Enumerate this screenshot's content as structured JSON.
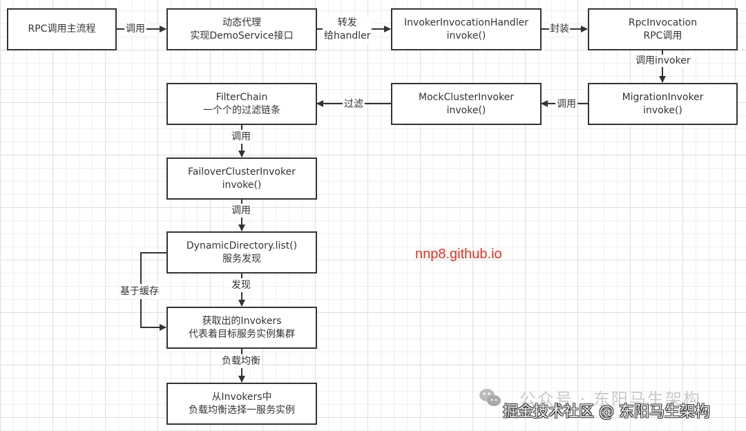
{
  "diagram": {
    "nodes": {
      "rpc_main": {
        "line1": "RPC调用主流程",
        "line2": ""
      },
      "dynamic_proxy": {
        "line1": "动态代理",
        "line2": "实现DemoService接口"
      },
      "invoker_handler": {
        "line1": "InvokerInvocationHandler",
        "line2": "invoke()"
      },
      "rpc_invocation": {
        "line1": "RpcInvocation",
        "line2": "RPC调用"
      },
      "migration_invoker": {
        "line1": "MigrationInvoker",
        "line2": "invoke()"
      },
      "mock_cluster_invoker": {
        "line1": "MockClusterInvoker",
        "line2": "invoke()"
      },
      "filter_chain": {
        "line1": "FilterChain",
        "line2": "一个个的过滤链条"
      },
      "failover_invoker": {
        "line1": "FailoverClusterInvoker",
        "line2": "invoke()"
      },
      "dynamic_directory": {
        "line1": "DynamicDirectory.list()",
        "line2": "服务发现"
      },
      "invokers": {
        "line1": "获取出的Invokers",
        "line2": "代表着目标服务实例集群"
      },
      "select_instance": {
        "line1": "从Invokers中",
        "line2": "负载均衡选择一服务实例"
      }
    },
    "edges": {
      "e1": "调用",
      "e2_line1": "转发",
      "e2_line2": "给handler",
      "e3": "封装",
      "e4": "调用invoker",
      "e5": "调用",
      "e6": "过滤",
      "e7": "调用",
      "e8": "调用",
      "e9": "发现",
      "e10": "基于缓存",
      "e11": "负载均衡"
    }
  },
  "watermarks": {
    "url": "nnp8.github.io",
    "wechat_account": "公众号 · 东阳马生架构",
    "community": "掘金技术社区 @ 东阳马生架构"
  },
  "colors": {
    "stroke": "#333333",
    "url_watermark": "#ee2c1e"
  }
}
